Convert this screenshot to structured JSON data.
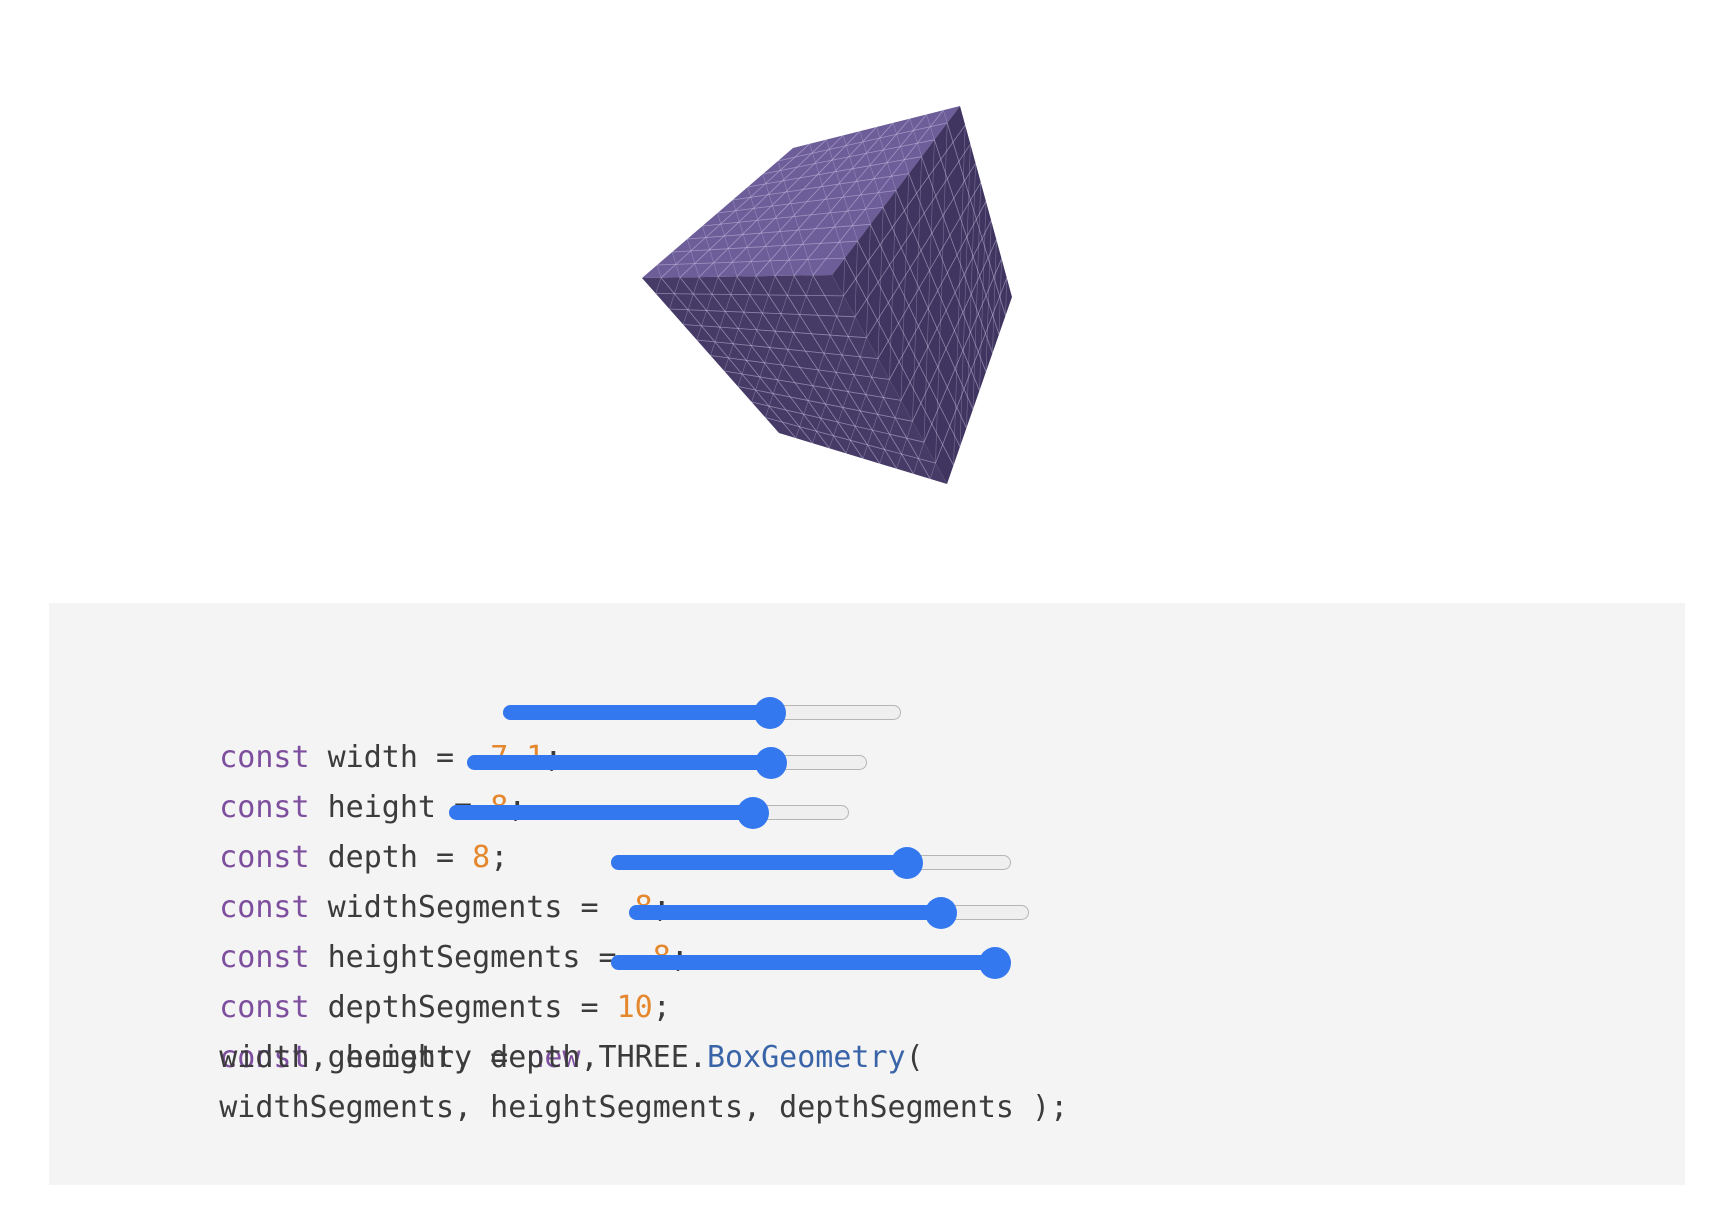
{
  "viewport": {
    "object_name": "cube",
    "face_colors": {
      "top": "#6d5e9a",
      "left": "#463b67",
      "right": "#3f3560"
    },
    "grid_line_color": "#c9c2e2"
  },
  "code": {
    "accent_color": "#3478f0",
    "lines": [
      {
        "kw": "const",
        "name": " width = ",
        "pad": " ",
        "value": "7.1",
        "tail": ";",
        "slider": 0.67
      },
      {
        "kw": "const",
        "name": " height = ",
        "pad": "",
        "value": "8",
        "tail": ";",
        "slider": 0.76
      },
      {
        "kw": "const",
        "name": " depth = ",
        "pad": "",
        "value": "8",
        "tail": ";",
        "slider": 0.76
      },
      {
        "kw": "const",
        "name": " widthSegments = ",
        "pad": " ",
        "value": "8",
        "tail": ";",
        "slider": 0.74
      },
      {
        "kw": "const",
        "name": " heightSegments = ",
        "pad": " ",
        "value": "8",
        "tail": ";",
        "slider": 0.78
      },
      {
        "kw": "const",
        "name": " depthSegments = ",
        "pad": "",
        "value": "10",
        "tail": ";",
        "slider": 0.96
      }
    ],
    "geometry_line": {
      "kw1": "const",
      "text1": " geometry = ",
      "kw2": "new",
      "text2": " THREE.",
      "cls": "BoxGeometry",
      "tail": "("
    },
    "args_line_1": "    width, height, depth,",
    "args_line_2": "    widthSegments, heightSegments, depthSegments );"
  }
}
